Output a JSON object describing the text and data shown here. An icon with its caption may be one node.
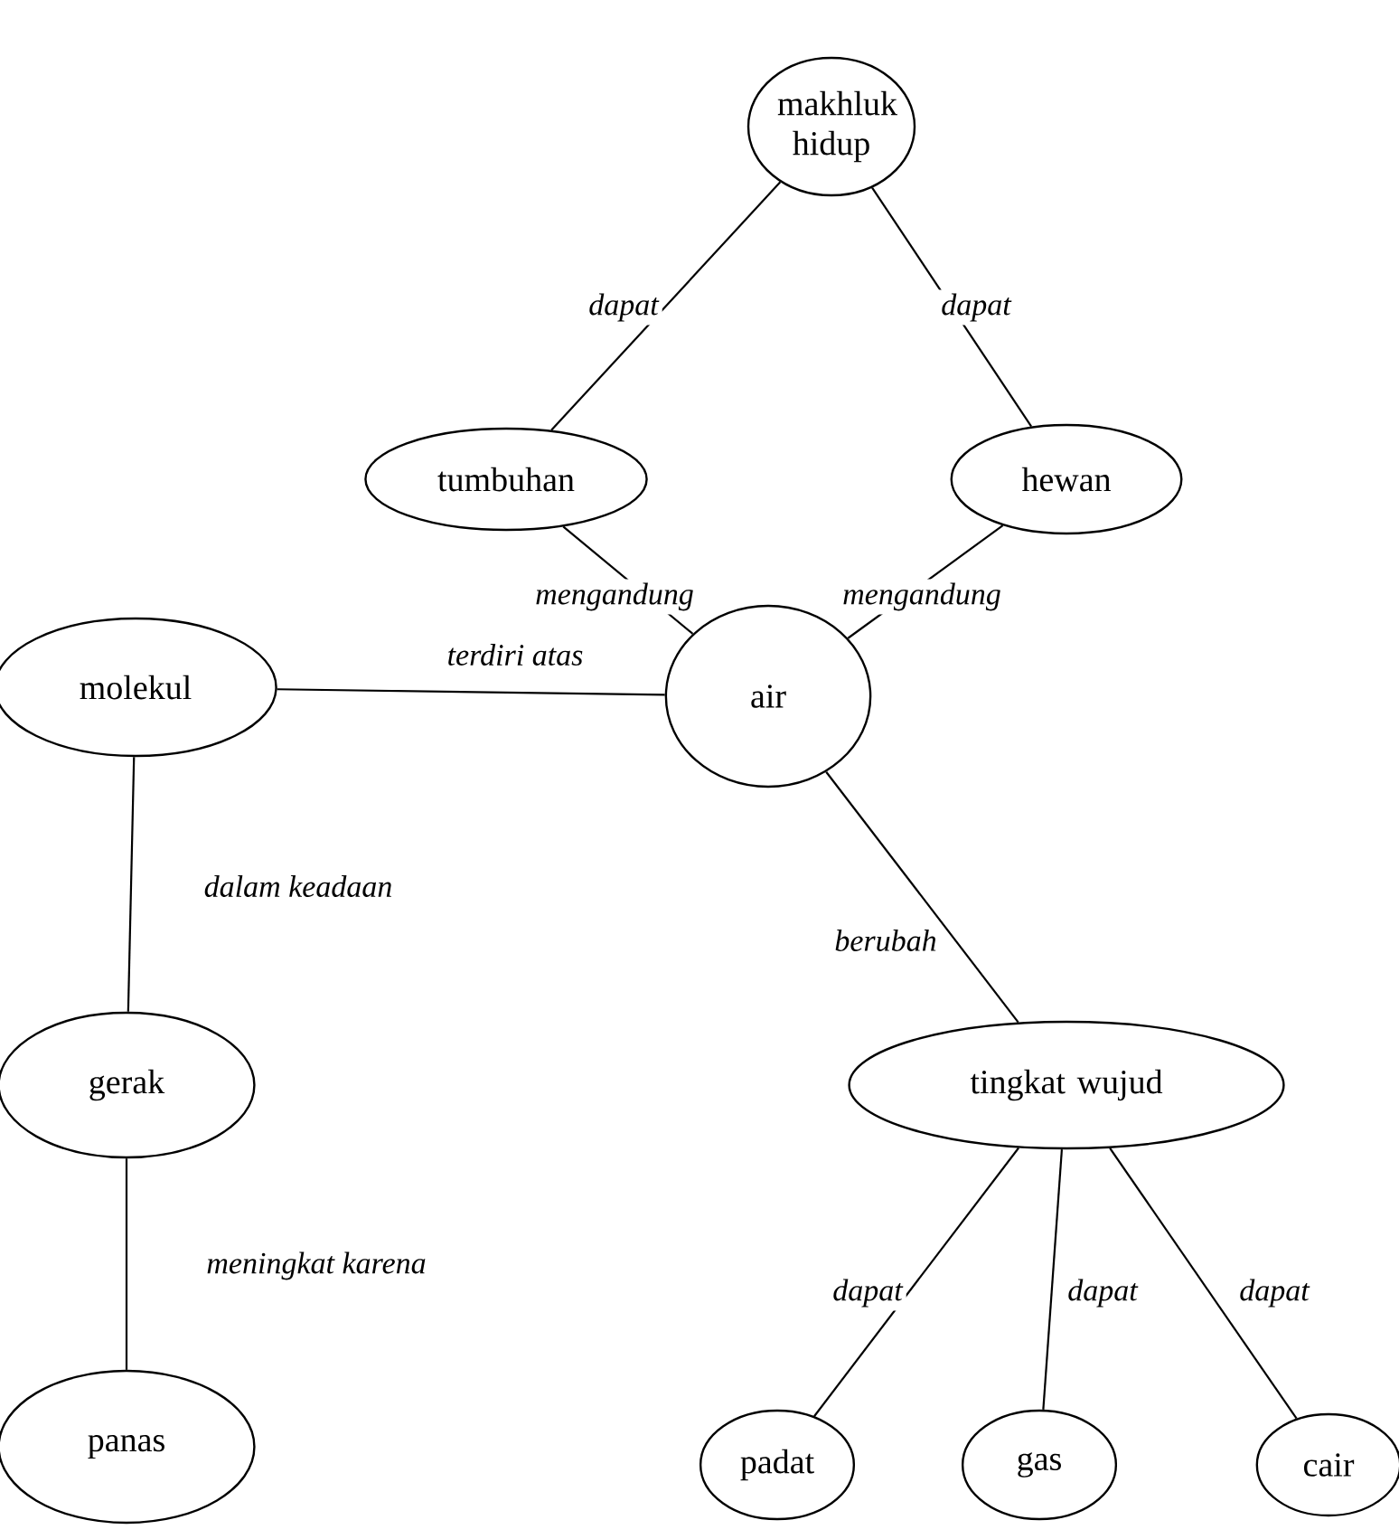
{
  "diagram": {
    "nodes": [
      {
        "text": [
          "makhluk hidup"
        ]
      },
      {
        "text": [
          "tumbuhan"
        ]
      },
      {
        "text": [
          "hewan"
        ]
      },
      {
        "text": [
          "molekul"
        ]
      },
      {
        "text": [
          "air"
        ]
      },
      {
        "text": [
          "gerak"
        ]
      },
      {
        "text": [
          "tingkat wujud"
        ]
      },
      {
        "text": [
          "panas"
        ]
      },
      {
        "text": [
          "padat"
        ]
      },
      {
        "text": [
          "gas"
        ]
      },
      {
        "text": [
          "cair"
        ]
      }
    ],
    "edges": [
      {
        "from": 0,
        "to": 1,
        "arrow": "none",
        "label": "dapat"
      },
      {
        "from": 0,
        "to": 2,
        "arrow": "none",
        "label": "dapat"
      },
      {
        "from": 1,
        "to": 4,
        "arrow": "none",
        "label": "mengandung"
      },
      {
        "from": 2,
        "to": 4,
        "arrow": "none",
        "label": "mengandung"
      },
      {
        "from": 3,
        "to": 4,
        "arrow": "none",
        "label": "terdiri atas"
      },
      {
        "from": 4,
        "to": 6,
        "arrow": "none",
        "label": "berubah"
      },
      {
        "from": 3,
        "to": 5,
        "arrow": "none",
        "label": "dalam keadaan"
      },
      {
        "from": 5,
        "to": 7,
        "arrow": "none",
        "label": "meningkat karena"
      },
      {
        "from": 6,
        "to": 8,
        "arrow": "none",
        "label": "dapat"
      },
      {
        "from": 6,
        "to": 9,
        "arrow": "none",
        "label": "dapat"
      },
      {
        "from": 6,
        "to": 10,
        "arrow": "none",
        "label": "dapat"
      }
    ]
  }
}
